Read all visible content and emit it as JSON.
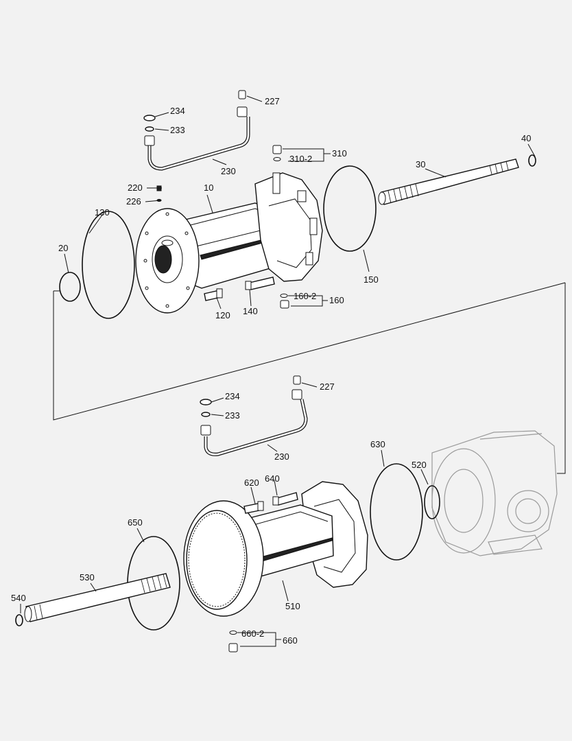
{
  "callouts": {
    "c227a": "227",
    "c234a": "234",
    "c233a": "233",
    "c230a": "230",
    "c310": "310",
    "c310_2": "310-2",
    "c40": "40",
    "c30": "30",
    "c220": "220",
    "c226": "226",
    "c10": "10",
    "c130": "130",
    "c20": "20",
    "c150": "150",
    "c120": "120",
    "c140": "140",
    "c160_2": "160-2",
    "c160": "160",
    "c227b": "227",
    "c234b": "234",
    "c233b": "233",
    "c230b": "230",
    "c630": "630",
    "c520": "520",
    "c620": "620",
    "c640": "640",
    "c650": "650",
    "c530": "530",
    "c540": "540",
    "c510": "510",
    "c660_2": "660-2",
    "c660": "660"
  }
}
